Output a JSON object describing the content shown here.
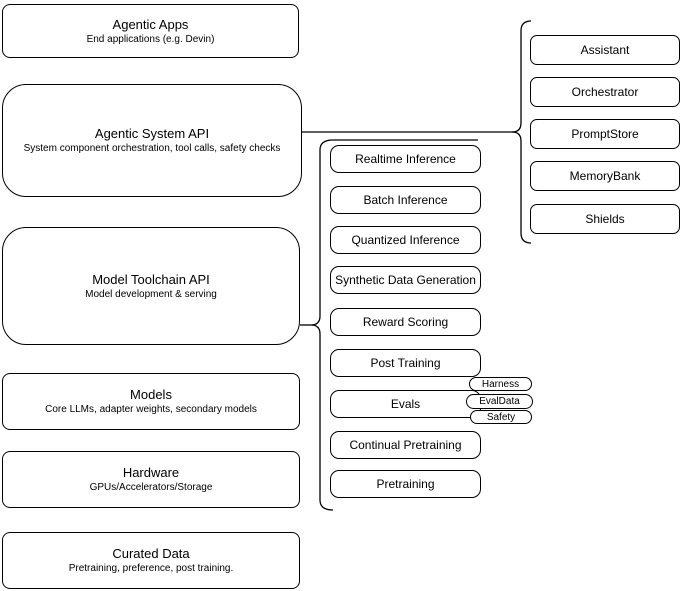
{
  "diagram": {
    "stack": [
      {
        "title": "Agentic Apps",
        "subtitle": "End applications (e.g. Devin)"
      },
      {
        "title": "Agentic System API",
        "subtitle": "System component orchestration, tool calls, safety checks"
      },
      {
        "title": "Model Toolchain API",
        "subtitle": "Model development & serving"
      },
      {
        "title": "Models",
        "subtitle": "Core LLMs, adapter weights, secondary models"
      },
      {
        "title": "Hardware",
        "subtitle": "GPUs/Accelerators/Storage"
      },
      {
        "title": "Curated Data",
        "subtitle": "Pretraining, preference, post training."
      }
    ],
    "toolchain_services": [
      "Realtime Inference",
      "Batch Inference",
      "Quantized Inference",
      "Synthetic Data Generation",
      "Reward Scoring",
      "Post Training",
      "Evals",
      "Continual Pretraining",
      "Pretraining"
    ],
    "evals_tags": [
      "Harness",
      "EvalData",
      "Safety"
    ],
    "system_components": [
      "Assistant",
      "Orchestrator",
      "PromptStore",
      "MemoryBank",
      "Shields"
    ],
    "colors": {
      "stroke": "#000000",
      "fill": "#ffffff",
      "background": "#ffffff",
      "text": "#000000"
    }
  }
}
